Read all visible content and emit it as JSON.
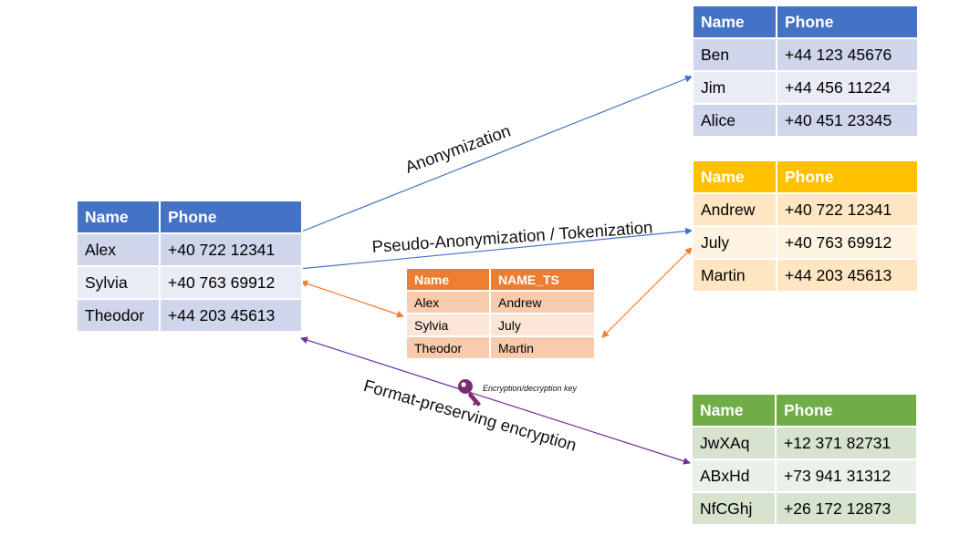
{
  "source_table": {
    "headers": [
      "Name",
      "Phone"
    ],
    "rows": [
      [
        "Alex",
        "+40 722 12341"
      ],
      [
        "Sylvia",
        "+40 763 69912"
      ],
      [
        "Theodor",
        "+44 203 45613"
      ]
    ]
  },
  "anonymized_table": {
    "headers": [
      "Name",
      "Phone"
    ],
    "rows": [
      [
        "Ben",
        "+44 123 45676"
      ],
      [
        "Jim",
        "+44 456 11224"
      ],
      [
        "Alice",
        "+40 451 23345"
      ]
    ]
  },
  "tokenized_table": {
    "headers": [
      "Name",
      "Phone"
    ],
    "rows": [
      [
        "Andrew",
        "+40 722 12341"
      ],
      [
        "July",
        "+40 763 69912"
      ],
      [
        "Martin",
        "+44 203 45613"
      ]
    ]
  },
  "mapping_table": {
    "headers": [
      "Name",
      "NAME_TS"
    ],
    "rows": [
      [
        "Alex",
        "Andrew"
      ],
      [
        "Sylvia",
        "July"
      ],
      [
        "Theodor",
        "Martin"
      ]
    ]
  },
  "encrypted_table": {
    "headers": [
      "Name",
      "Phone"
    ],
    "rows": [
      [
        "JwXAq",
        "+12 371 82731"
      ],
      [
        "ABxHd",
        "+73 941 31312"
      ],
      [
        "NfCGhj",
        "+26 172 12873"
      ]
    ]
  },
  "labels": {
    "anonymization": "Anonymization",
    "tokenization": "Pseudo-Anonymization / Tokenization",
    "fpe": "Format-preserving encryption",
    "key": "Encryption/decryption  key"
  },
  "colors": {
    "blue": "#4472c4",
    "orange": "#ed7d31",
    "gold": "#ffc000",
    "green": "#70ad47",
    "purple": "#7030a0",
    "key": "#7b2c73"
  }
}
